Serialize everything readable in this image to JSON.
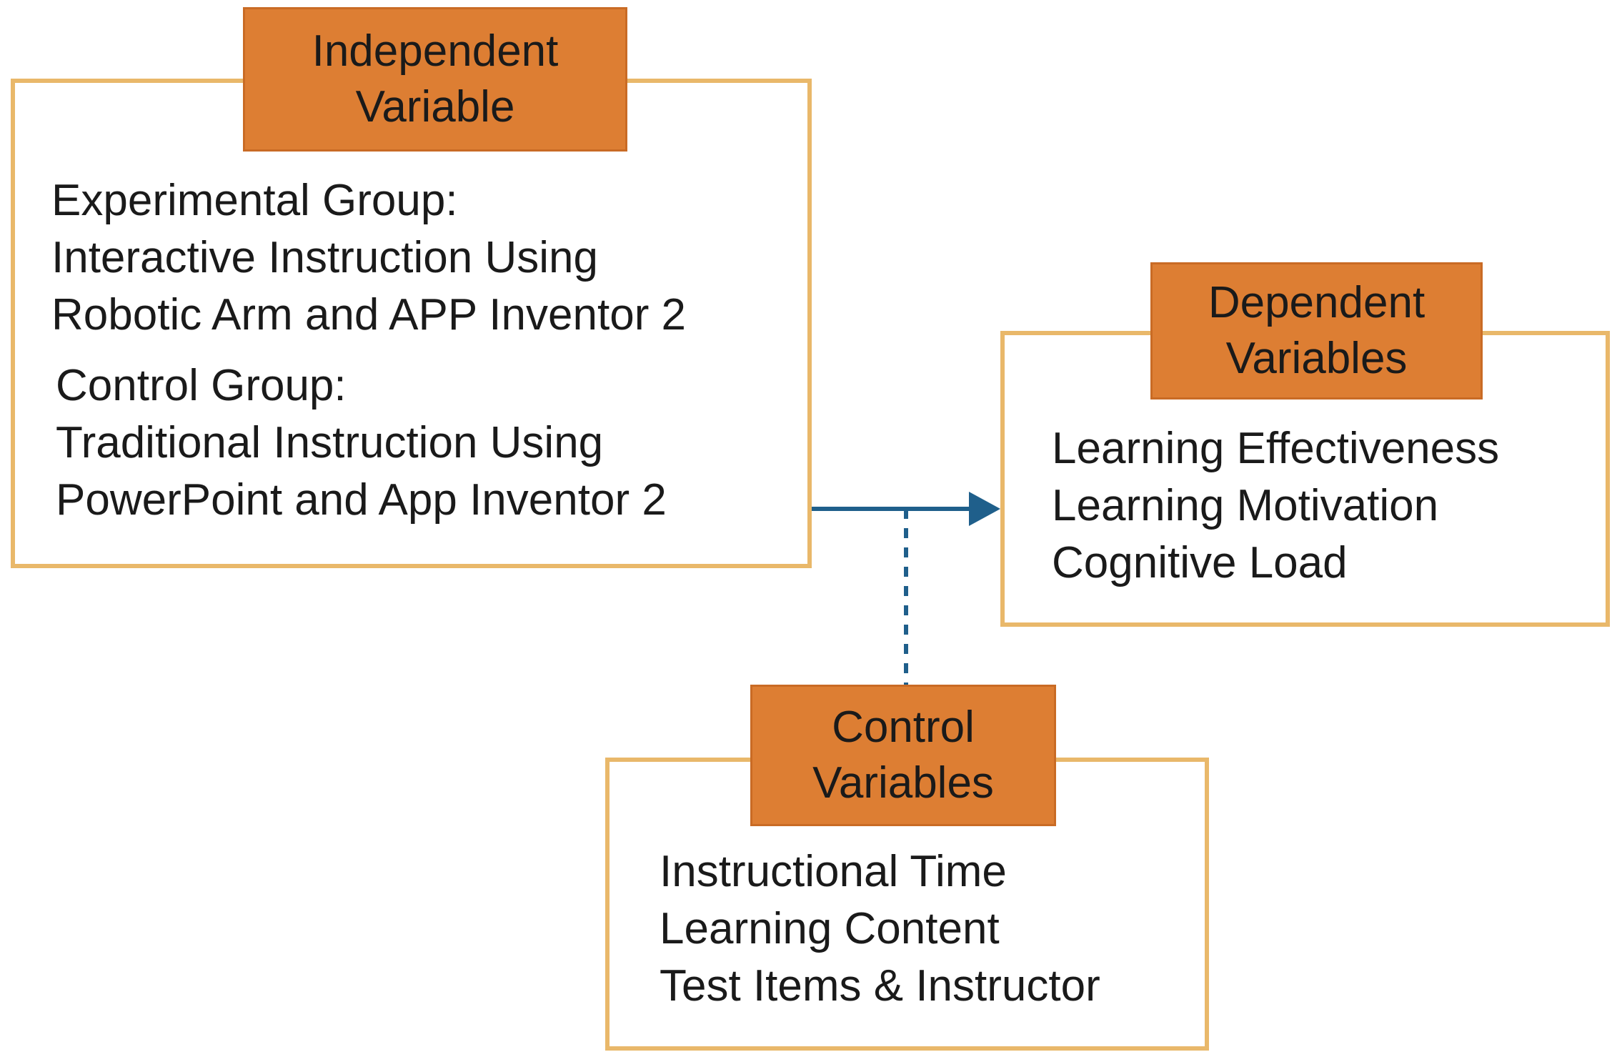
{
  "independent": {
    "heading": [
      "Independent",
      "Variable"
    ],
    "experimental": {
      "label": "Experimental Group:",
      "lines": [
        "Interactive Instruction Using",
        "Robotic Arm and APP Inventor 2"
      ]
    },
    "control": {
      "label": "Control Group:",
      "lines": [
        "Traditional Instruction Using",
        "PowerPoint and App Inventor 2"
      ]
    }
  },
  "dependent": {
    "heading": [
      "Dependent",
      "Variables"
    ],
    "items": [
      "Learning Effectiveness",
      "Learning Motivation",
      "Cognitive Load"
    ]
  },
  "control_variables": {
    "heading": [
      "Control",
      "Variables"
    ],
    "items": [
      "Instructional Time",
      "Learning Content",
      "Test Items & Instructor"
    ]
  },
  "colors": {
    "box_border": "#e9b86a",
    "tag_fill": "#dd7e33",
    "arrow": "#1f5f8b",
    "text": "#1a1a1a"
  }
}
